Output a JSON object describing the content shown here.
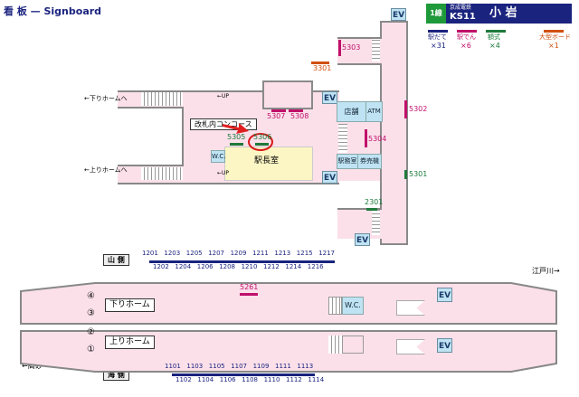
{
  "header": {
    "title": "看 板 — Signboard"
  },
  "station": {
    "line": "1線",
    "operator": "京成電鉄",
    "code": "KS11",
    "name": "小 岩",
    "brand_color": "#1a237e",
    "line_color": "#1f9a3a"
  },
  "legend": [
    {
      "label": "駅だて",
      "count": "×31",
      "color": "#1a237e"
    },
    {
      "label": "駅でん",
      "count": "×6",
      "color": "#c0106a"
    },
    {
      "label": "額式",
      "count": "×4",
      "color": "#1f7a3a"
    },
    {
      "label": "大型ボード",
      "count": "×1",
      "color": "#d05010"
    }
  ],
  "concourse": {
    "to_down": "←下りホームへ",
    "to_up": "←上りホームへ",
    "up": "UP",
    "callout": "改札内コンコース",
    "station_office": "駅長室",
    "wc": "W.C.",
    "ev": "EV",
    "shop": "店舗",
    "atm": "ATM",
    "office": "駅務室",
    "ticket": "券売機",
    "signs": {
      "s5303": "5303",
      "s3301": "3301",
      "s5307": "5307",
      "s5308": "5308",
      "s5302": "5302",
      "s5305": "5305",
      "s5306": "5306",
      "s5304": "5304",
      "s5301": "5301",
      "s2301": "2301"
    }
  },
  "platform": {
    "mountain_side": "山 側",
    "sea_side": "海 側",
    "down": "下りホーム",
    "up": "上りホーム",
    "tracks": [
      "④",
      "③",
      "②",
      "①"
    ],
    "to_edogawa": "江戸川→",
    "to_takasago": "←高砂",
    "sign5261": "5261",
    "wc": "W.C.",
    "ev": "EV",
    "mountain_top": [
      "1201",
      "1203",
      "1205",
      "1207",
      "1209",
      "1211",
      "1213",
      "1215",
      "1217"
    ],
    "mountain_bottom": [
      "1202",
      "1204",
      "1206",
      "1208",
      "1210",
      "1212",
      "1214",
      "1216"
    ],
    "sea_top": [
      "1101",
      "1103",
      "1105",
      "1107",
      "1109",
      "1111",
      "1113"
    ],
    "sea_bottom": [
      "1102",
      "1104",
      "1106",
      "1108",
      "1110",
      "1112",
      "1114"
    ]
  }
}
